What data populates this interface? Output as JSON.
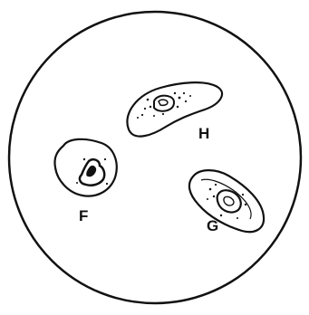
{
  "figure": {
    "labels": {
      "f": "F",
      "g": "G",
      "h": "H"
    },
    "ink_color": "#111111",
    "background_color": "#ffffff"
  }
}
